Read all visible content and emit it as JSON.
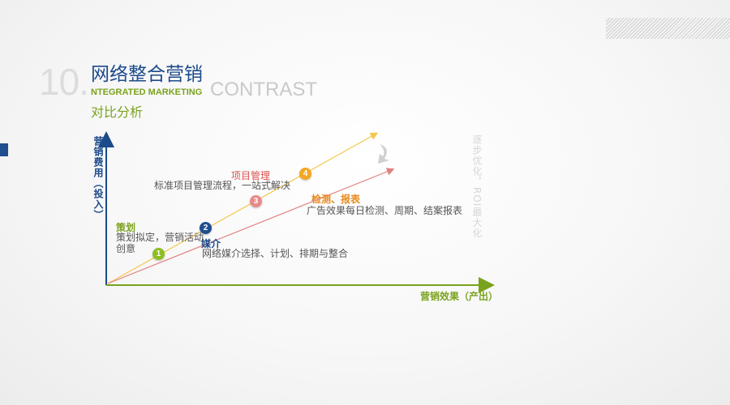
{
  "header": {
    "number": "10.",
    "title_cn": "网络整合营销",
    "title_en": "NTEGRATED MARKETING",
    "contrast": "CONTRAST",
    "subtitle": "对比分析"
  },
  "axes": {
    "y_label": "营销费用（投入）",
    "x_label": "营销效果（产出）"
  },
  "right_text": "逐步优化，ROI最大化",
  "stages": [
    {
      "number": "1",
      "title": "策划",
      "desc": "策划拟定，营销活动创意",
      "color": "#8dbf21"
    },
    {
      "number": "2",
      "title": "媒介",
      "desc": "网络媒介选择、计划、排期与整合",
      "color": "#1f4f8f"
    },
    {
      "number": "3",
      "title": "项目管理",
      "desc": "标准项目管理流程，一站式解决",
      "color": "#e88a8a"
    },
    {
      "number": "4",
      "title": "检测、报表",
      "desc": "广告效果每日检测、周期、结案报表",
      "color": "#f5a623"
    }
  ],
  "colors": {
    "blue": "#1c4a8a",
    "green": "#7aa21d",
    "yellow_line": "#f3c84a",
    "red_line": "#e38080"
  }
}
